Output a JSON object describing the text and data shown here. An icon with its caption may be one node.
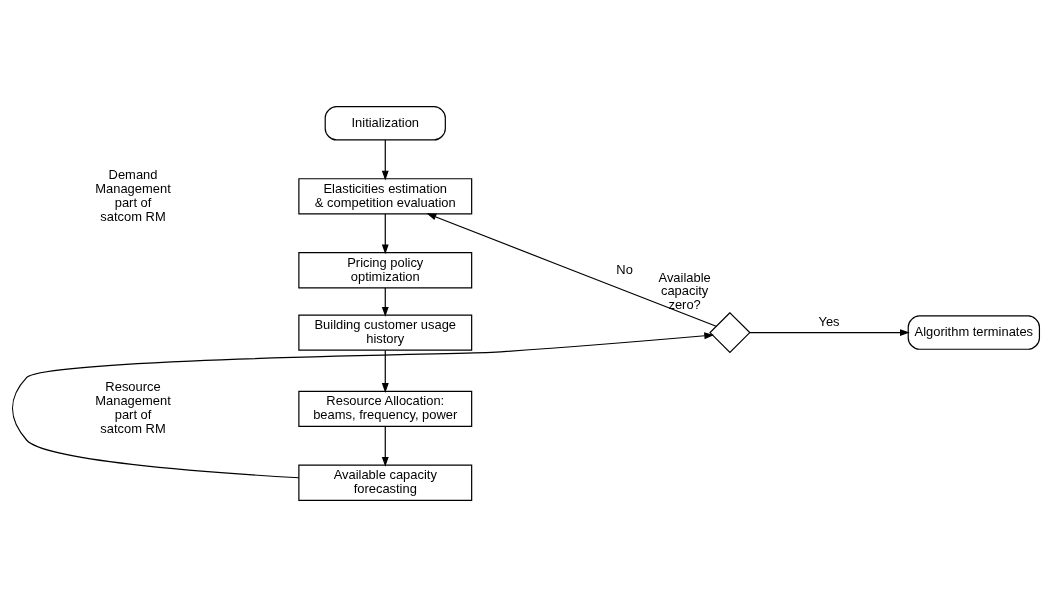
{
  "diagram": {
    "nodes": [
      {
        "text": [
          "Initialization"
        ]
      },
      {
        "text": [
          "Elasticities estimation & competition evaluation"
        ]
      },
      {
        "text": [
          "Pricing policy optimization"
        ]
      },
      {
        "text": [
          "Building customer usage history"
        ]
      },
      {
        "text": [
          "Resource Allocation: beams, frequency, power"
        ]
      },
      {
        "text": [
          "Available capacity forecasting"
        ]
      },
      {
        "text": [],
        "shape": "diamond",
        "beside": [
          "Available capacity zero?"
        ]
      },
      {
        "text": [
          "Algorithm terminates"
        ]
      }
    ],
    "edges": [
      {
        "from": 0,
        "to": 1,
        "arrow": "to"
      },
      {
        "from": 1,
        "to": 2,
        "arrow": "to"
      },
      {
        "from": 2,
        "to": 3,
        "arrow": "to"
      },
      {
        "from": 3,
        "to": 4,
        "arrow": "to"
      },
      {
        "from": 4,
        "to": 5,
        "arrow": "to"
      },
      {
        "from": 5,
        "to": 6,
        "arrow": "to"
      },
      {
        "from": 6,
        "to": 1,
        "arrow": "to",
        "label": "No"
      },
      {
        "from": 6,
        "to": 7,
        "arrow": "to",
        "label": "Yes"
      }
    ],
    "labels": [
      "Demand Management part of satcom RM",
      "Resource Management part of satcom RM"
    ]
  }
}
